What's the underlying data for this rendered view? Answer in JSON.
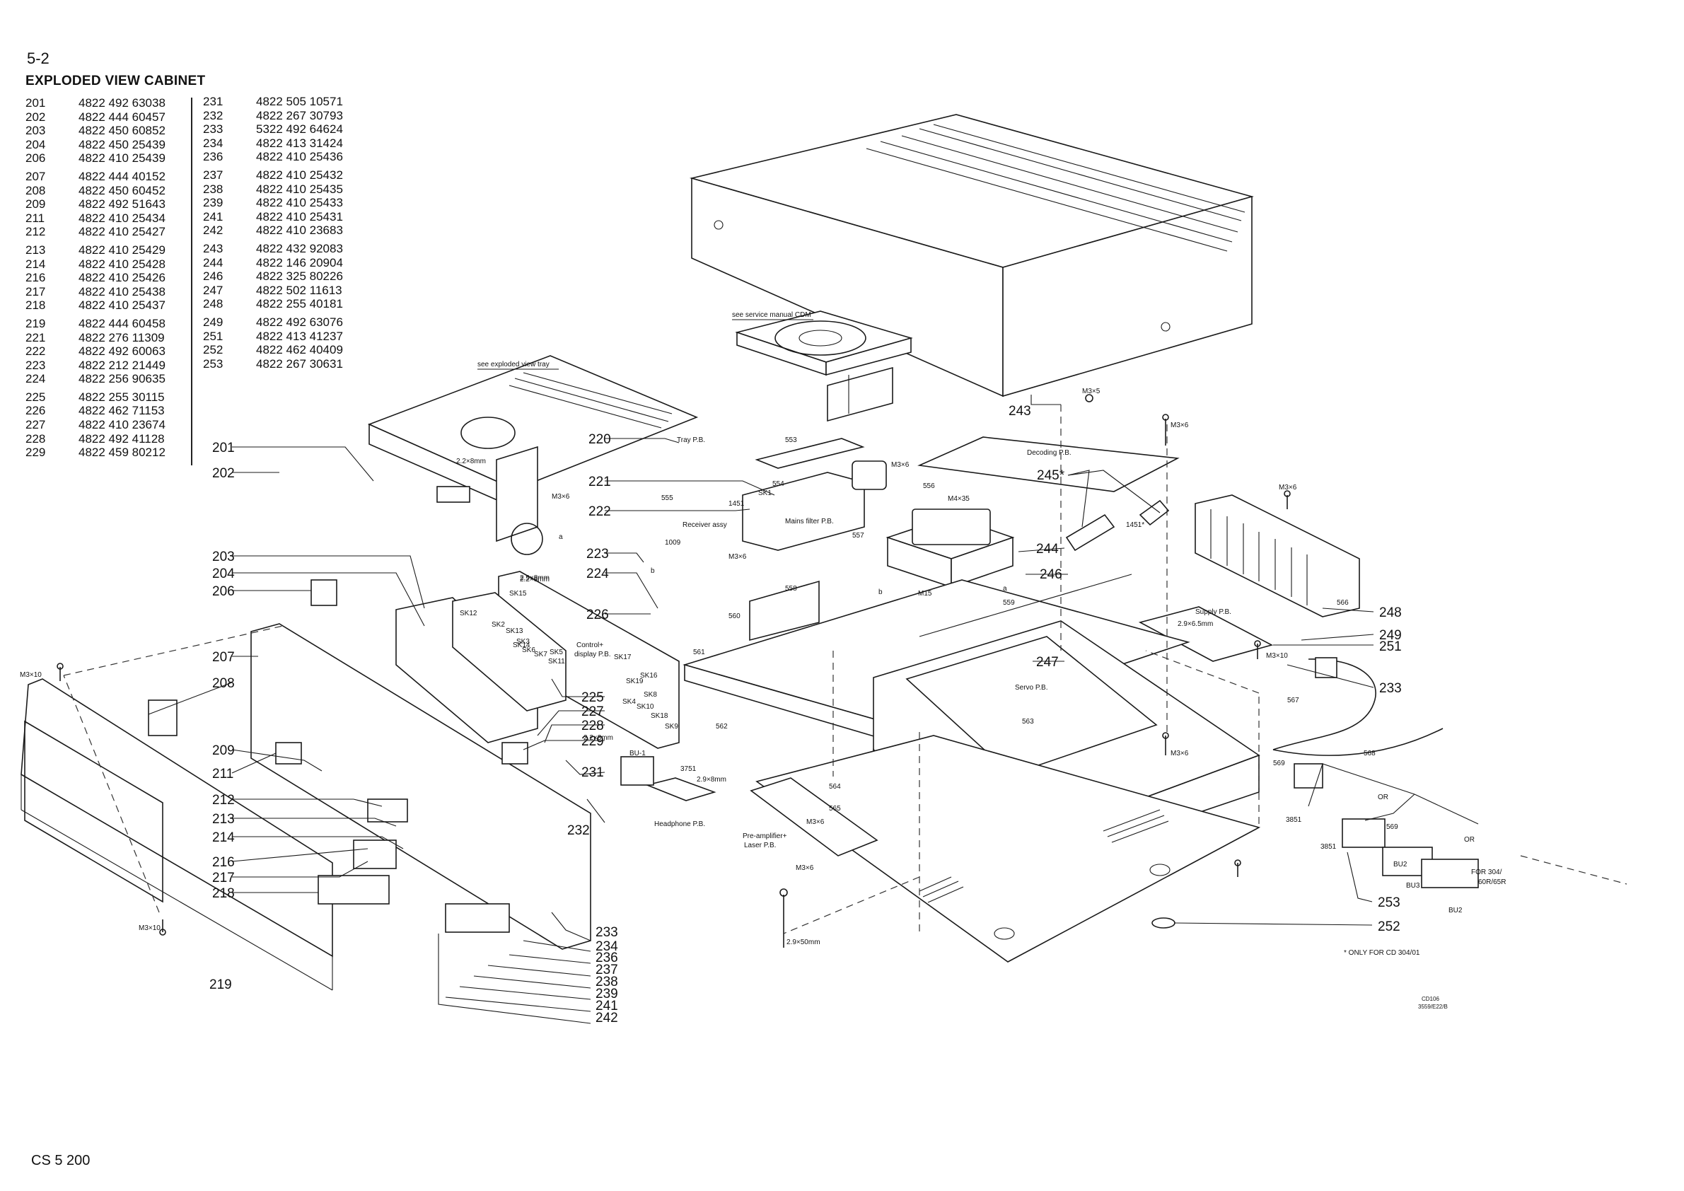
{
  "page_number": "5-2",
  "title": "EXPLODED VIEW CABINET",
  "parts_left": [
    {
      "no": "201",
      "code": "4822 492 63038"
    },
    {
      "no": "202",
      "code": "4822 444 60457"
    },
    {
      "no": "203",
      "code": "4822 450 60852"
    },
    {
      "no": "204",
      "code": "4822 450 25439"
    },
    {
      "no": "206",
      "code": "4822 410 25439"
    },
    {
      "no": "207",
      "code": "4822 444 40152"
    },
    {
      "no": "208",
      "code": "4822 450 60452"
    },
    {
      "no": "209",
      "code": "4822 492 51643"
    },
    {
      "no": "211",
      "code": "4822 410 25434"
    },
    {
      "no": "212",
      "code": "4822 410 25427"
    },
    {
      "no": "213",
      "code": "4822 410 25429"
    },
    {
      "no": "214",
      "code": "4822 410 25428"
    },
    {
      "no": "216",
      "code": "4822 410 25426"
    },
    {
      "no": "217",
      "code": "4822 410 25438"
    },
    {
      "no": "218",
      "code": "4822 410 25437"
    },
    {
      "no": "219",
      "code": "4822 444 60458"
    },
    {
      "no": "221",
      "code": "4822 276 11309"
    },
    {
      "no": "222",
      "code": "4822 492 60063"
    },
    {
      "no": "223",
      "code": "4822 212 21449"
    },
    {
      "no": "224",
      "code": "4822 256 90635"
    },
    {
      "no": "225",
      "code": "4822 255 30115"
    },
    {
      "no": "226",
      "code": "4822 462 71153"
    },
    {
      "no": "227",
      "code": "4822 410 23674"
    },
    {
      "no": "228",
      "code": "4822 492 41128"
    },
    {
      "no": "229",
      "code": "4822 459 80212"
    }
  ],
  "parts_right": [
    {
      "no": "231",
      "code": "4822 505 10571"
    },
    {
      "no": "232",
      "code": "4822 267 30793"
    },
    {
      "no": "233",
      "code": "5322 492 64624"
    },
    {
      "no": "234",
      "code": "4822 413 31424"
    },
    {
      "no": "236",
      "code": "4822 410 25436"
    },
    {
      "no": "237",
      "code": "4822 410 25432"
    },
    {
      "no": "238",
      "code": "4822 410 25435"
    },
    {
      "no": "239",
      "code": "4822 410 25433"
    },
    {
      "no": "241",
      "code": "4822 410 25431"
    },
    {
      "no": "242",
      "code": "4822 410 23683"
    },
    {
      "no": "243",
      "code": "4822 432 92083"
    },
    {
      "no": "244",
      "code": "4822 146 20904"
    },
    {
      "no": "246",
      "code": "4822 325 80226"
    },
    {
      "no": "247",
      "code": "4822 502 11613"
    },
    {
      "no": "248",
      "code": "4822 255 40181"
    },
    {
      "no": "249",
      "code": "4822 492 63076"
    },
    {
      "no": "251",
      "code": "4822 413 41237"
    },
    {
      "no": "252",
      "code": "4822 462 40409"
    },
    {
      "no": "253",
      "code": "4822 267 30631"
    }
  ],
  "diagram": {
    "callouts": {
      "c201": "201",
      "c202": "202",
      "c203": "203",
      "c204": "204",
      "c206": "206",
      "c207": "207",
      "c208": "208",
      "c209": "209",
      "c211": "211",
      "c212": "212",
      "c213": "213",
      "c214": "214",
      "c216": "216",
      "c217": "217",
      "c218": "218",
      "c219": "219",
      "c220": "220",
      "c221": "221",
      "c222": "222",
      "c223": "223",
      "c224": "224",
      "c225": "225",
      "c226": "226",
      "c227": "227",
      "c228": "228",
      "c229": "229",
      "c231": "231",
      "c232": "232",
      "c233": "233",
      "c234": "234",
      "c236": "236",
      "c237": "237",
      "c238": "238",
      "c239": "239",
      "c241": "241",
      "c242": "242",
      "c243": "243",
      "c244": "244",
      "c245": "245*",
      "c246": "246",
      "c247": "247",
      "c248": "248",
      "c249": "249",
      "c251": "251",
      "c252": "252",
      "c253": "253",
      "c233b": "233"
    },
    "labels": {
      "see_cdm": "see service manual CDM",
      "see_tray": "see exploded view tray",
      "tray_pb": "Tray P.B.",
      "decoding_pb": "Decoding P.B.",
      "mains_filter_pb": "Mains filter P.B.",
      "receiver_assy": "Receiver assy",
      "control_display_pb_1": "Control+",
      "control_display_pb_2": "display P.B.",
      "servo_pb": "Servo P.B.",
      "supply_pb": "Supply P.B.",
      "headphone_pb": "Headphone P.B.",
      "preamp_laser_pb_1": "Pre-amplifier+",
      "preamp_laser_pb_2": "Laser P.B.",
      "bu1": "BU-1",
      "bu2": "BU2",
      "bu3": "BU3",
      "bu2b": "BU2",
      "or1": "OR",
      "or2": "OR",
      "for_304_1": "FOR 304/",
      "for_304_2": "60R/65R",
      "only_for": "* ONLY FOR CD 304/01",
      "doc_code_1": "CD106",
      "doc_code_2": "3559/E22/B",
      "m3x5": "M3×5",
      "m3x6a": "M3×6",
      "m3x6b": "M3×6",
      "m3x6c": "M3×6",
      "m3x6d": "M3×6",
      "m3x6e": "M3×6",
      "m3x6f": "M3×6",
      "m3x6g": "M3×6",
      "m3x6h": "M3×6",
      "m4x35": "M4×35",
      "m3x10a": "M3×10",
      "m3x10b": "M3×10",
      "m3x10c": "M3×10",
      "s22a": "2.2×8mm",
      "s22b": "2.2×8mm",
      "s22c": "2.2×8mm",
      "s29a": "2.9×8mm",
      "s29b": "2.9×8mm",
      "s2965": "2.9×6.5mm",
      "s2950": "2.9×50mm",
      "n553": "553",
      "n554": "554",
      "n555": "555",
      "n556": "556",
      "n557": "557",
      "n558": "558",
      "n559": "559",
      "n560": "560",
      "n561": "561",
      "n562": "562",
      "n563": "563",
      "n564": "564",
      "n565": "565",
      "n566": "566",
      "n567": "567",
      "n568": "568",
      "n569": "569",
      "n569b": "569",
      "n1451a": "1451",
      "n1451b": "1451*",
      "n1009": "1009",
      "n3751": "3751",
      "n3851a": "3851",
      "n3851b": "3851",
      "m15": "M15",
      "sk1": "SK1",
      "sk2": "SK2",
      "sk3": "SK3",
      "sk4": "SK4",
      "sk5": "SK5",
      "sk6": "SK6",
      "sk7": "SK7",
      "sk8": "SK8",
      "sk9": "SK9",
      "sk10": "SK10",
      "sk11": "SK11",
      "sk12": "SK12",
      "sk13": "SK13",
      "sk14": "SK14",
      "sk15": "SK15",
      "sk16": "SK16",
      "sk17": "SK17",
      "sk18": "SK18",
      "sk19": "SK19",
      "a1": "a",
      "a2": "a",
      "b1": "b",
      "b2": "b"
    }
  },
  "footer": "CS 5 200"
}
